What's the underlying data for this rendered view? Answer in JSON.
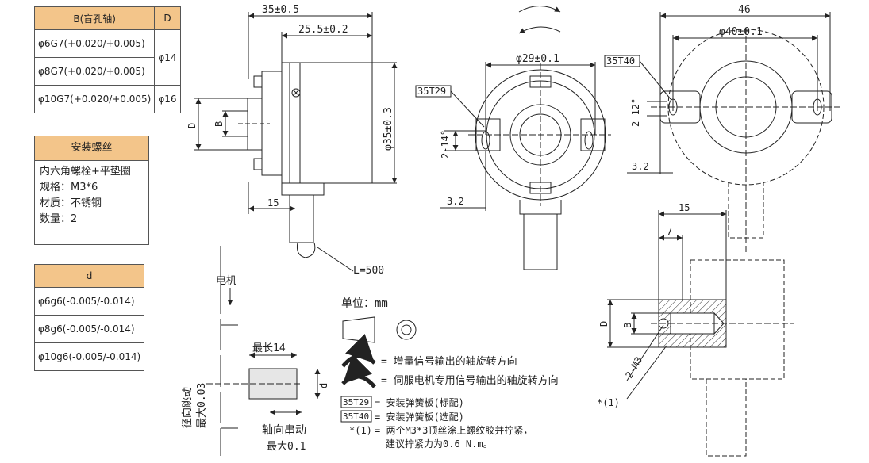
{
  "table_b": {
    "header_b": "B(盲孔轴)",
    "header_d": "D",
    "rows": [
      {
        "b": "φ6G7(+0.020/+0.005)",
        "d": "φ14"
      },
      {
        "b": "φ8G7(+0.020/+0.005)",
        "d": ""
      },
      {
        "b": "φ10G7(+0.020/+0.005)",
        "d": "φ16"
      }
    ]
  },
  "screw_box": {
    "title": "安装螺丝",
    "line1": "内六角螺栓+平垫圈",
    "line2": "规格：M3*6",
    "line3": "材质：不锈钢",
    "line4": "数量：2"
  },
  "table_d": {
    "header": "d",
    "rows": [
      "φ6g6(-0.005/-0.014)",
      "φ8g6(-0.005/-0.014)",
      "φ10g6(-0.005/-0.014)"
    ]
  },
  "side_view": {
    "dim_total": "35±0.5",
    "dim_body": "25.5±0.2",
    "dim_dia": "φ35±0.3",
    "dim_cable": "15",
    "label_D": "D",
    "label_B": "B",
    "cable_len": "L=500"
  },
  "front_view": {
    "dim_dia": "φ29±0.1",
    "plate": "35T29",
    "angle": "2-14°",
    "dim_slot": "3.2"
  },
  "right_view": {
    "dim_width": "46",
    "dim_dia": "φ40±0.1",
    "plate": "35T40",
    "angle": "2-12°",
    "dim_slot": "3.2"
  },
  "section_view": {
    "dim_15": "15",
    "dim_7": "7",
    "label_D": "D",
    "label_B": "B",
    "screw": "2-M3",
    "note_ref": "*(1)"
  },
  "motor_detail": {
    "motor": "电机",
    "max_len": "最长14",
    "label_d": "d",
    "runout": "径向跳动",
    "runout_val": "最大0.03",
    "axial": "轴向串动",
    "axial_val": "最大0.1"
  },
  "legend": {
    "unit": "单位：mm",
    "cw": "= 增量信号输出的轴旋转方向",
    "ccw": "= 伺服电机专用信号输出的轴旋转方向",
    "t29_tag": "35T29",
    "t29": "= 安装弹簧板(标配)",
    "t40_tag": "35T40",
    "t40": "= 安装弹簧板(选配)",
    "note_tag": "*(1)",
    "note1": "= 两个M3*3顶丝涂上螺纹胶并拧紧，",
    "note2": "建议拧紧力为0.6 N.m。"
  }
}
